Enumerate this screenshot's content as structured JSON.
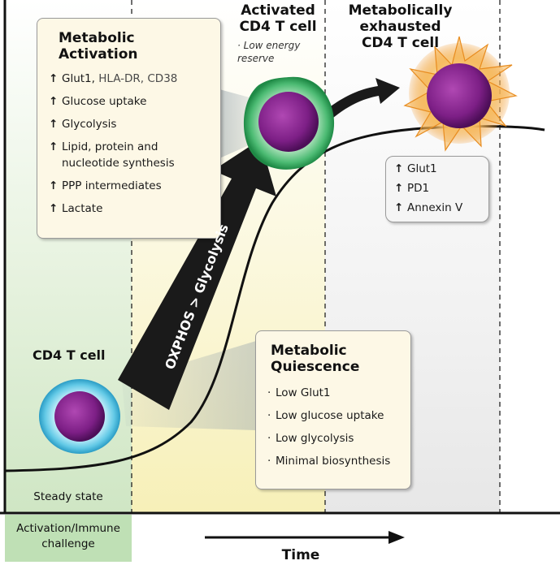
{
  "cells": {
    "resting": "CD4 T cell",
    "activated_line1": "Activated",
    "activated_line2": "CD4 T cell",
    "activated_note": "· Low energy reserve",
    "exhausted_line1": "Metabolically",
    "exhausted_line2": "exhausted",
    "exhausted_line3": "CD4 T cell"
  },
  "activation_box": {
    "title_line1": "Metabolic",
    "title_line2": "Activation",
    "arrow_symbol": "↑",
    "items": [
      {
        "plain": "Glut1, ",
        "highlight": "HLA-DR, CD38"
      },
      {
        "plain": "Glucose uptake"
      },
      {
        "plain": "Glycolysis"
      },
      {
        "plain": "Lipid, protein and"
      },
      {
        "plain": "nucleotide synthesis",
        "continuation": true
      },
      {
        "plain": "PPP intermediates"
      },
      {
        "plain": "Lactate"
      }
    ]
  },
  "exhaustion_box": {
    "arrow_symbol": "↑",
    "items": [
      "Glut1",
      "PD1",
      "Annexin V"
    ]
  },
  "quiescence_box": {
    "title_line1": "Metabolic",
    "title_line2": "Quiescence",
    "bullet": "·",
    "items": [
      "Low Glut1",
      "Low glucose uptake",
      "Low glycolysis",
      "Minimal biosynthesis"
    ]
  },
  "big_arrow_label": "OXPHOS > Glycolysis",
  "phase_labels": {
    "steady": "Steady state",
    "challenge_line1": "Activation/Immune",
    "challenge_line2": "challenge"
  },
  "axis": {
    "x_label": "Time"
  },
  "colors": {
    "steady_bg": "#d9ecd0",
    "activation_bg": "#fbf6cf",
    "exhaust_bg": "#eeeeee",
    "challenge_box": "#bfe0b5",
    "box_fill": "#fdf8e6",
    "cell_purple": "#8a2a8f",
    "resting_ring": "#4fc3e3",
    "activated_ring": "#3ab06a",
    "exhausted_ring": "#f2a23a",
    "arrow": "#1a1a1a"
  }
}
